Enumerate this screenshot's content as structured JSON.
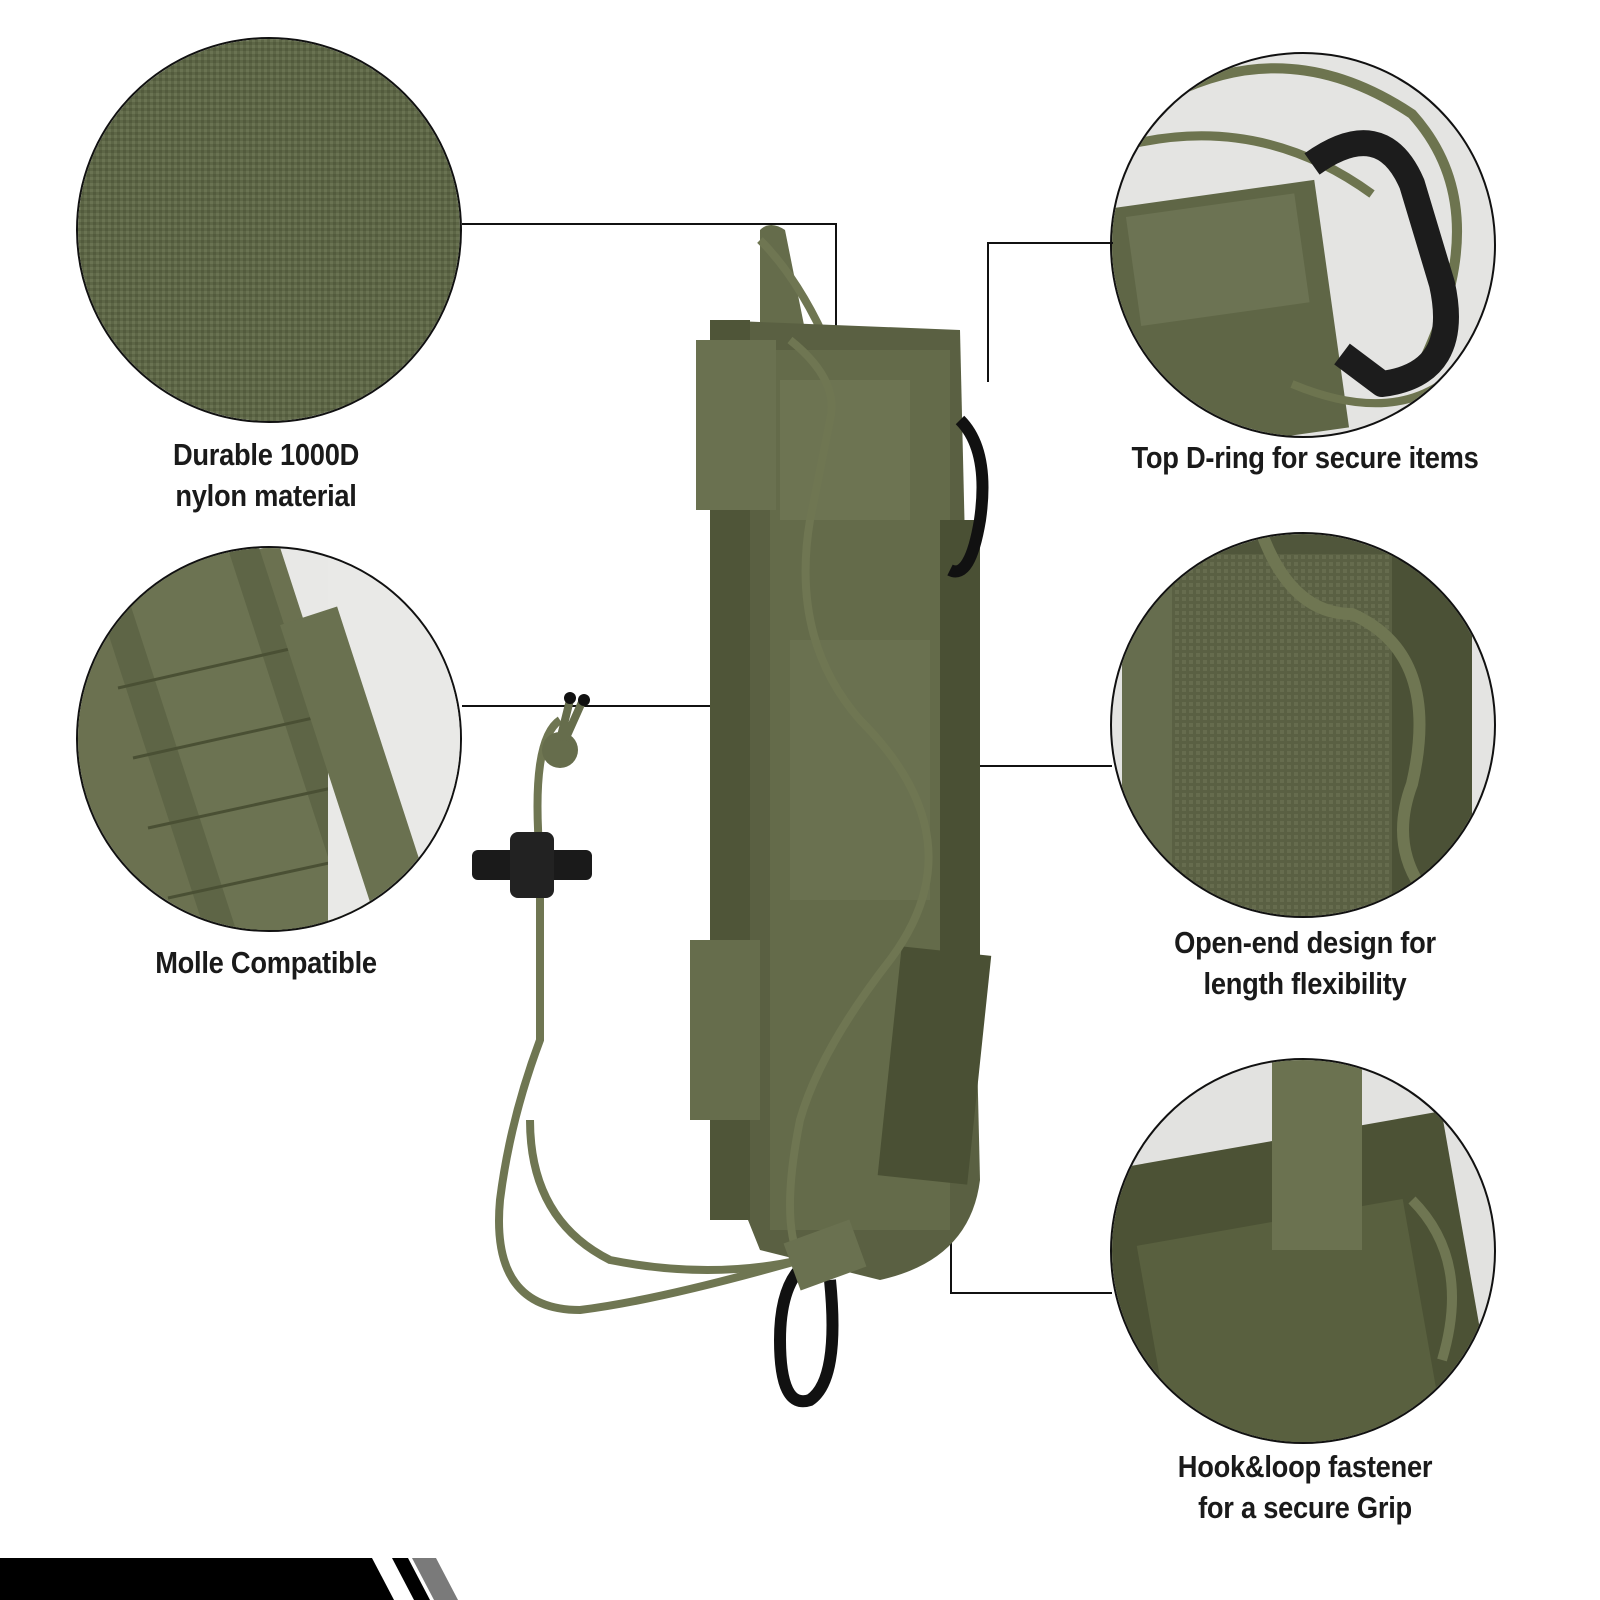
{
  "features": [
    {
      "id": "nylon",
      "caption_line1": "Durable 1000D",
      "caption_line2": "nylon material"
    },
    {
      "id": "molle",
      "caption_line1": "Molle Compatible",
      "caption_line2": ""
    },
    {
      "id": "dring",
      "caption_line1": "Top D-ring for secure items",
      "caption_line2": ""
    },
    {
      "id": "open-end",
      "caption_line1": "Open-end design for",
      "caption_line2": "length flexibility"
    },
    {
      "id": "hook-loop",
      "caption_line1": "Hook&loop fastener",
      "caption_line2": "for a secure Grip"
    }
  ],
  "colors": {
    "olive": "#5b6340",
    "olive_dark": "#3e4530",
    "olive_light": "#7a8258",
    "black": "#000000",
    "footer_stripe_gray": "#7a7a7a"
  }
}
